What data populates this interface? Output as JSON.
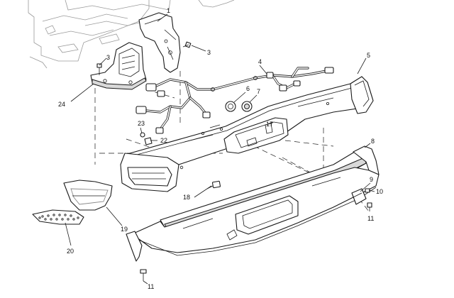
{
  "diagram": {
    "callouts": [
      "1",
      "3",
      "3",
      "4",
      "5",
      "6",
      "7",
      "8",
      "9",
      "10",
      "11",
      "11",
      "17",
      "18",
      "19",
      "20",
      "22",
      "23",
      "24"
    ]
  },
  "colors": {
    "line": "#1a1a1a",
    "ghost_line": "#9a9a9a",
    "shade": "#d9d9d9",
    "background": "#ffffff"
  }
}
